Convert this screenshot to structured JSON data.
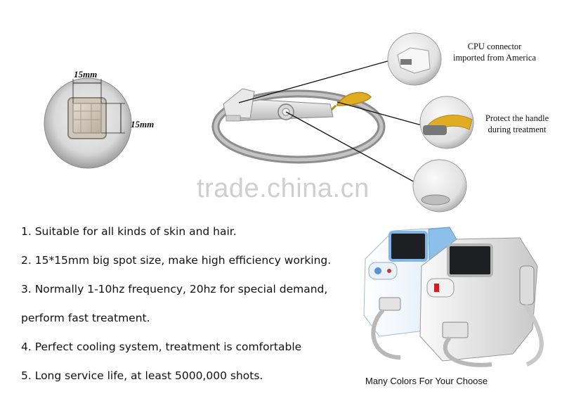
{
  "spot_diagram": {
    "width_label": "15mm",
    "height_label": "15mm"
  },
  "callouts": [
    {
      "line1": "CPU connector",
      "line2": "imported from America"
    },
    {
      "line1": "Protect the handle",
      "line2": "during treatment"
    }
  ],
  "watermark": "trade.china.cn",
  "features": [
    "1. Suitable for all kinds of skin and hair.",
    "2. 15*15mm big spot size, make high efficiency working.",
    "3. Normally 1-10hz frequency, 20hz for special demand,",
    "perform fast treatment.",
    "4. Perfect cooling system, treatment is comfortable",
    "5. Long service life, at least 5000,000 shots."
  ],
  "machines_caption": "Many Colors For Your Choose",
  "colors": {
    "accent_blue": "#7fb6e6",
    "cable_gray": "#9a9a9a",
    "strap_gold": "#d9a520"
  },
  "icons": [
    "spot-window-icon",
    "handpiece-cable-icon",
    "connector-detail-icon",
    "strap-detail-icon",
    "machine-blue-icon",
    "machine-gray-icon"
  ]
}
